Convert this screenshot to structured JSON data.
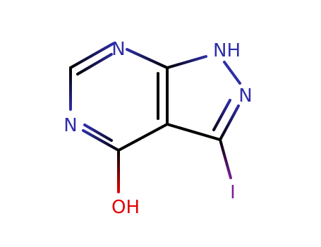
{
  "molecule": {
    "atoms": {
      "n_top": "N",
      "nh": "NH",
      "n_left": "N",
      "n_pyrazole": "N",
      "iodine": "I",
      "hydroxyl": "OH"
    },
    "colors": {
      "bond": "#000000",
      "nitrogen": "#2e2ea8",
      "oxygen": "#e00000",
      "iodine": "#7a1f9a"
    }
  }
}
